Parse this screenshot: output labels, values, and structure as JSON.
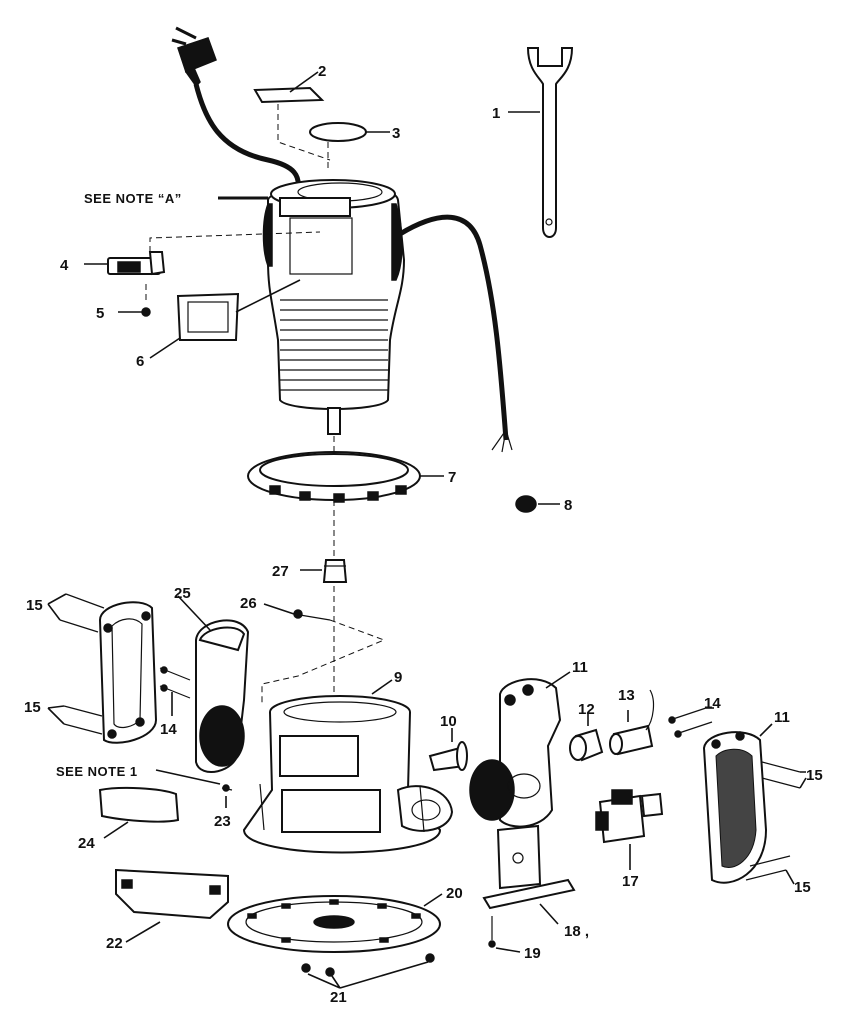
{
  "notes": {
    "note_a": "SEE NOTE “A”",
    "note_1": "SEE NOTE 1"
  },
  "callouts": [
    {
      "id": "c1",
      "label": "1"
    },
    {
      "id": "c2",
      "label": "2"
    },
    {
      "id": "c3",
      "label": "3"
    },
    {
      "id": "c4",
      "label": "4"
    },
    {
      "id": "c5",
      "label": "5"
    },
    {
      "id": "c6",
      "label": "6"
    },
    {
      "id": "c7",
      "label": "7"
    },
    {
      "id": "c8",
      "label": "8"
    },
    {
      "id": "c9",
      "label": "9"
    },
    {
      "id": "c10",
      "label": "10"
    },
    {
      "id": "c11a",
      "label": "11"
    },
    {
      "id": "c11b",
      "label": "11"
    },
    {
      "id": "c12",
      "label": "12"
    },
    {
      "id": "c13",
      "label": "13"
    },
    {
      "id": "c14a",
      "label": "14"
    },
    {
      "id": "c14b",
      "label": "14"
    },
    {
      "id": "c15a",
      "label": "15"
    },
    {
      "id": "c15b",
      "label": "15"
    },
    {
      "id": "c15c",
      "label": "15"
    },
    {
      "id": "c15d",
      "label": "15"
    },
    {
      "id": "c17",
      "label": "17"
    },
    {
      "id": "c18",
      "label": "18 ,"
    },
    {
      "id": "c19",
      "label": "19"
    },
    {
      "id": "c20",
      "label": "20"
    },
    {
      "id": "c21",
      "label": "21"
    },
    {
      "id": "c22",
      "label": "22"
    },
    {
      "id": "c23",
      "label": "23"
    },
    {
      "id": "c24",
      "label": "24"
    },
    {
      "id": "c25",
      "label": "25"
    },
    {
      "id": "c26",
      "label": "26"
    },
    {
      "id": "c27",
      "label": "27"
    }
  ]
}
